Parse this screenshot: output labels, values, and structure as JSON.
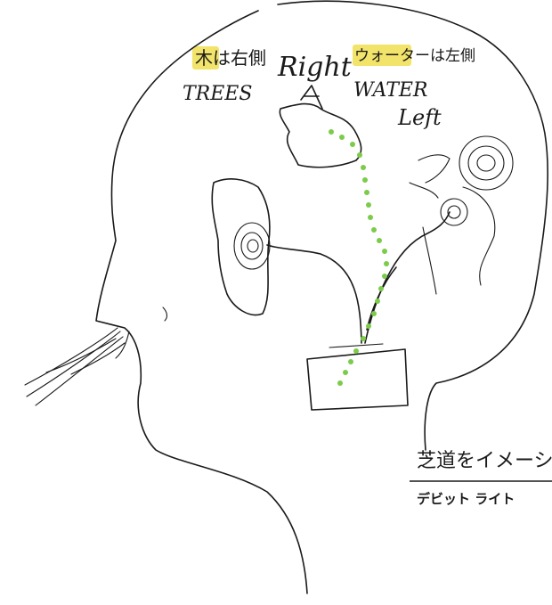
{
  "labels": {
    "trees_jp": "木は右側",
    "trees_jp_highlight": "木",
    "trees_en": "TREES",
    "right_en": "Right",
    "water_jp": "ウォーターは左側",
    "water_jp_highlight": "ウォーター",
    "water_en": "WATER",
    "left_en": "Left"
  },
  "caption": {
    "line1": "芝道をイメーシ",
    "line2": "デビット  ライト"
  },
  "colors": {
    "ink": "#1a1a1a",
    "highlight": "#f2e36b",
    "dots": "#7ccb4a",
    "paper": "#ffffff"
  }
}
